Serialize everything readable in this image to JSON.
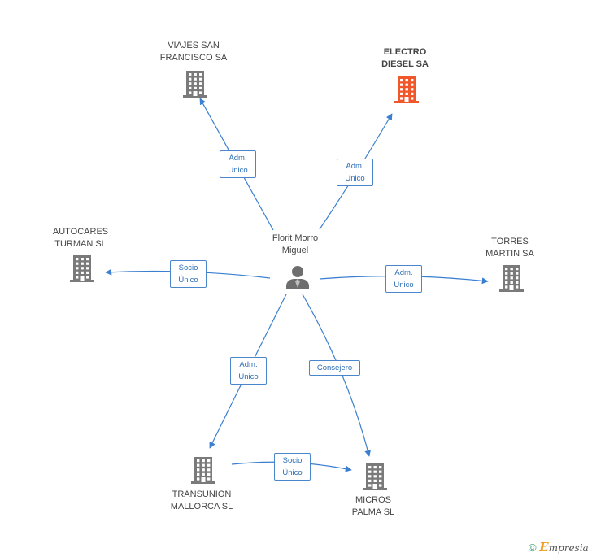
{
  "center": {
    "label": "Florit Morro\nMiguel"
  },
  "companies": [
    {
      "id": "viajes",
      "label": "VIAJES SAN\nFRANCISCO SA",
      "color": "#7a7a7a",
      "highlight": false
    },
    {
      "id": "electro",
      "label": "ELECTRO\nDIESEL SA",
      "color": "#f0572b",
      "highlight": true
    },
    {
      "id": "autocares",
      "label": "AUTOCARES\nTURMAN SL",
      "color": "#7a7a7a",
      "highlight": false
    },
    {
      "id": "torres",
      "label": "TORRES\nMARTIN SA",
      "color": "#7a7a7a",
      "highlight": false
    },
    {
      "id": "transunion",
      "label": "TRANSUNION\nMALLORCA SL",
      "color": "#7a7a7a",
      "highlight": false
    },
    {
      "id": "micros",
      "label": "MICROS\nPALMA  SL",
      "color": "#7a7a7a",
      "highlight": false
    }
  ],
  "relations": [
    {
      "id": "rel-viajes",
      "label": "Adm.\nUnico"
    },
    {
      "id": "rel-electro",
      "label": "Adm.\nUnico"
    },
    {
      "id": "rel-autocares",
      "label": "Socio\nÚnico"
    },
    {
      "id": "rel-torres",
      "label": "Adm.\nUnico"
    },
    {
      "id": "rel-transunion",
      "label": "Adm.\nUnico"
    },
    {
      "id": "rel-micros",
      "label": "Consejero"
    },
    {
      "id": "rel-trans-micros",
      "label": "Socio\nÚnico"
    }
  ],
  "colors": {
    "edge": "#3b7fd0",
    "building": "#7a7a7a",
    "highlight": "#f0572b",
    "person": "#6e6e6e"
  },
  "footer": {
    "copyright": "©",
    "brand_initial": "E",
    "brand_rest": "mpresia"
  }
}
